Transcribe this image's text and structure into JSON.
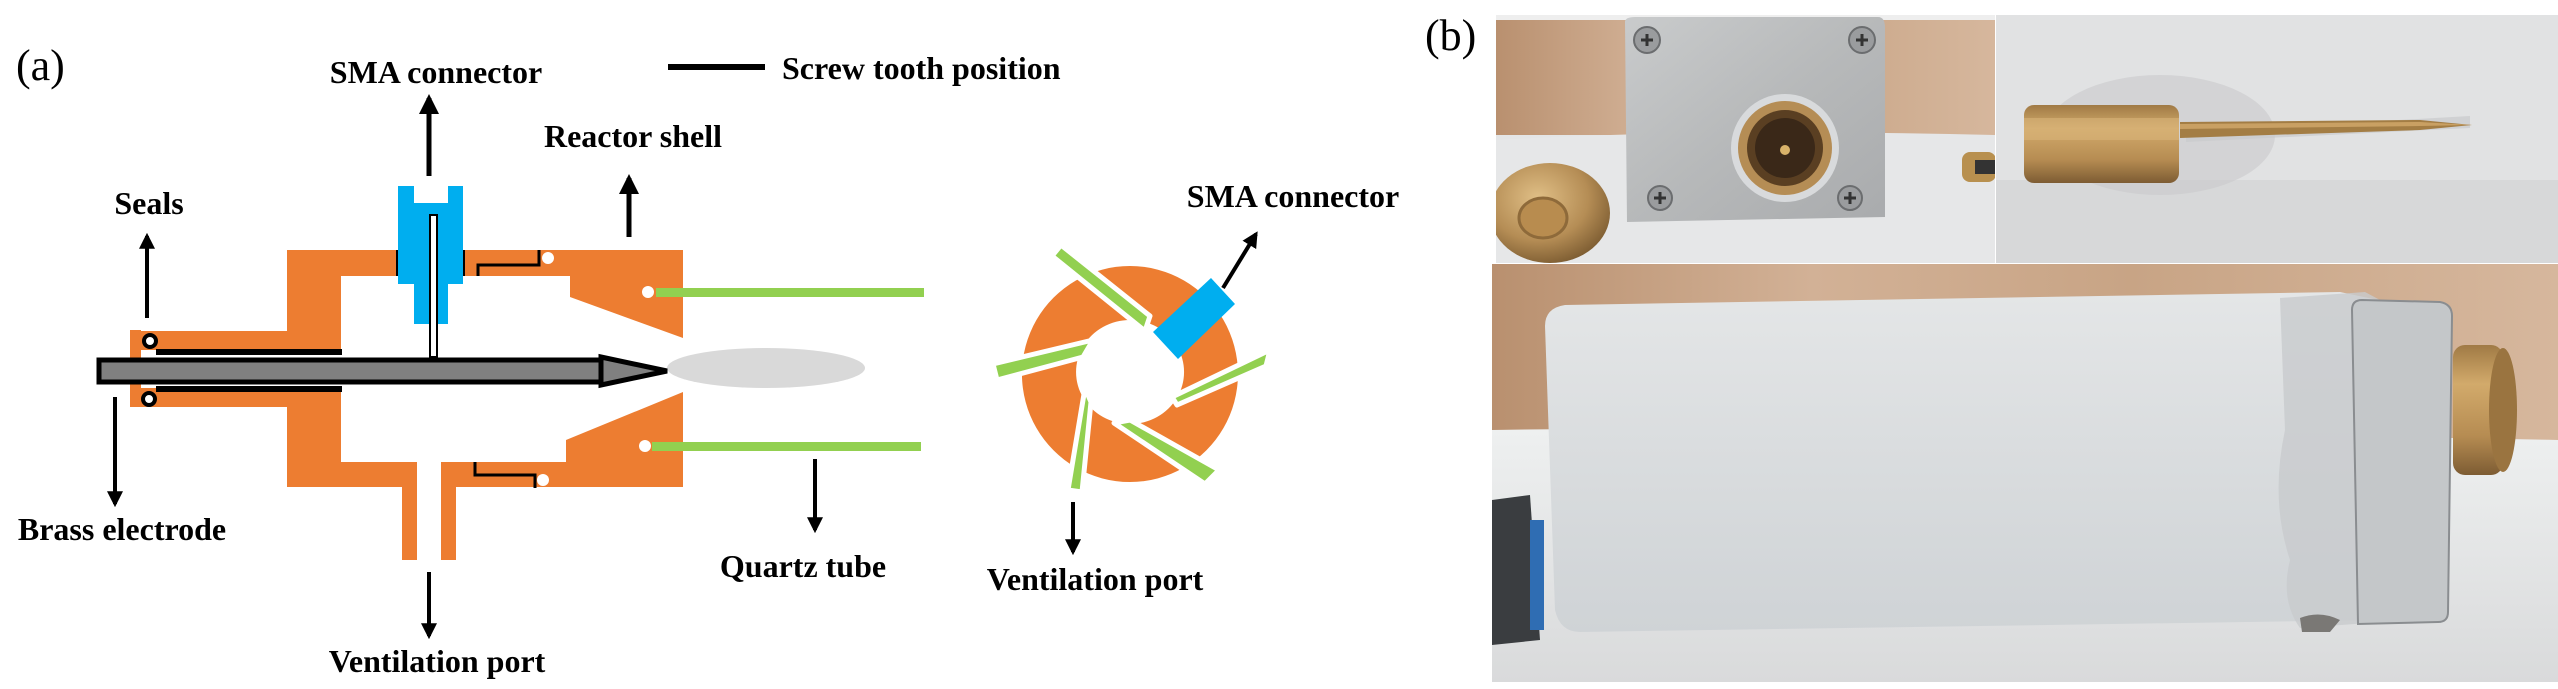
{
  "colors": {
    "shell": "#ed7d31",
    "connector": "#00aeef",
    "quartz": "#92d050",
    "electrode": "#808080",
    "discharge": "#d9d9d9",
    "outline": "#000000"
  },
  "panel_a": {
    "label": "(a)",
    "legend": {
      "symbol": "black-line",
      "text": "Screw tooth position"
    },
    "labels": {
      "sma_connector_side": "SMA connector",
      "reactor_shell": "Reactor shell",
      "seals": "Seals",
      "brass_electrode": "Brass electrode",
      "ventilation_port_side": "Ventilation port",
      "quartz_tube": "Quartz tube",
      "sma_connector_end": "SMA connector",
      "ventilation_port_end": "Ventilation port"
    },
    "views": [
      "side cross-section",
      "end view"
    ]
  },
  "panel_b": {
    "label": "(b)",
    "photos": [
      {
        "name": "reactor-front-face",
        "description": "Aluminum reactor end plate with four screws, central brass SMA fitting, brass nut in foreground"
      },
      {
        "name": "brass-electrode",
        "description": "Hexagonal brass body with a long tapered pin"
      },
      {
        "name": "reactor-side",
        "description": "Assembled silver aluminum reactor box with brass connector on right and blue hose fitting on left"
      }
    ]
  }
}
